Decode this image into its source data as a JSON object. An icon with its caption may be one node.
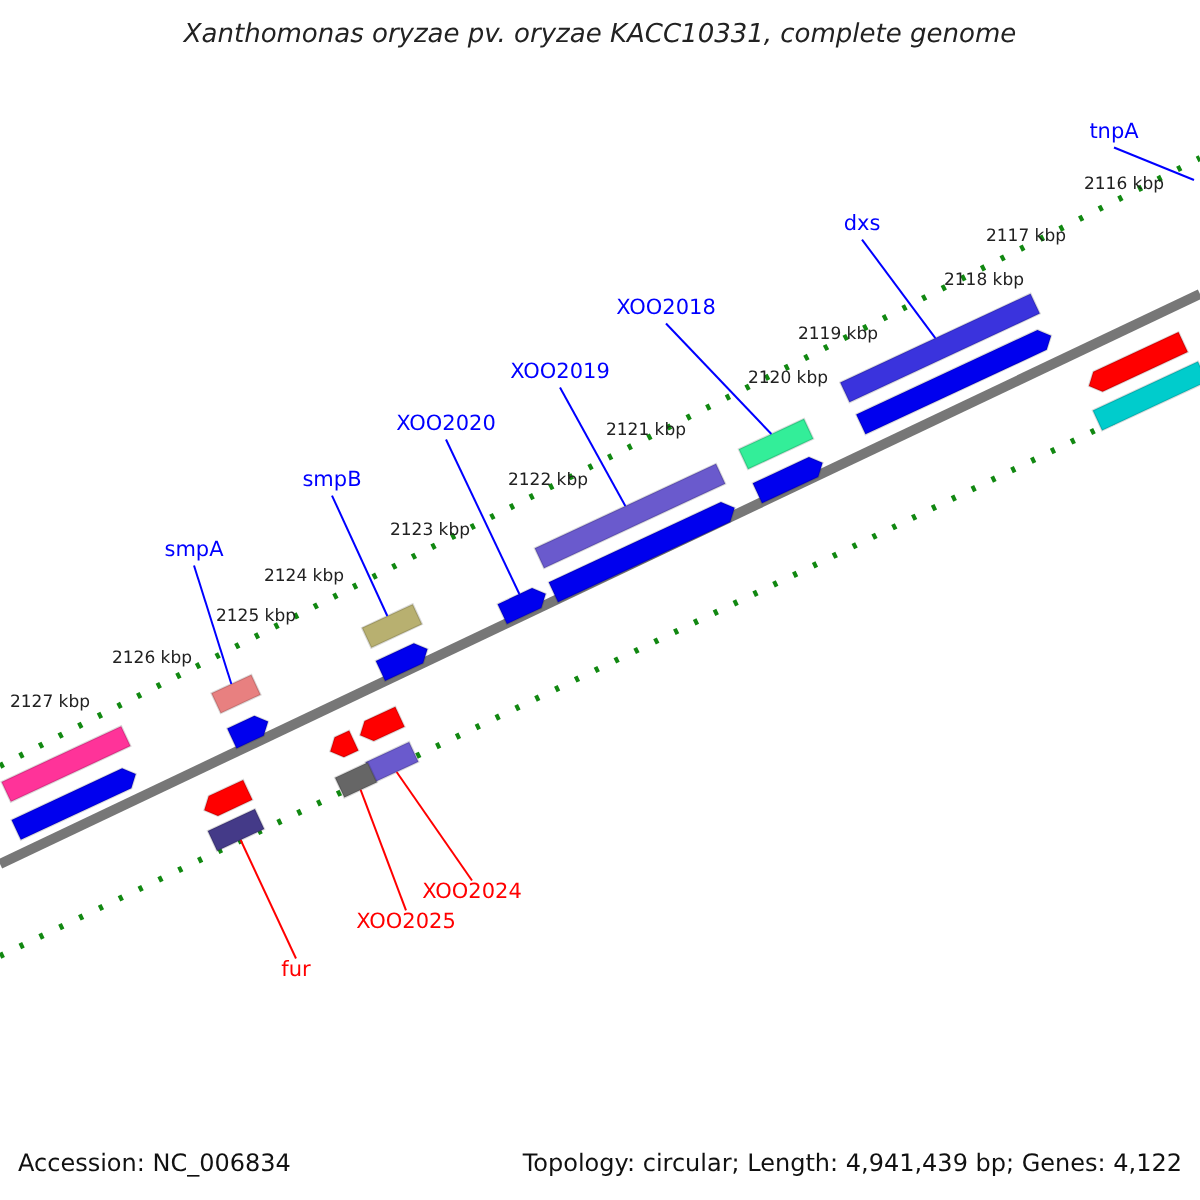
{
  "diagram": {
    "title": "Xanthomonas oryzae pv. oryzae KACC10331, complete genome",
    "nodes": [
      {
        "text": [
          "tnpA"
        ]
      },
      {
        "text": [
          "dxs"
        ]
      },
      {
        "text": [],
        "shape": "bar"
      },
      {
        "text": [
          "XOO2018"
        ]
      },
      {
        "text": [],
        "shape": "bar"
      },
      {
        "text": [
          "XOO2019"
        ]
      },
      {
        "text": [],
        "shape": "bar"
      },
      {
        "text": [
          "XOO2020"
        ]
      },
      {
        "text": [],
        "shape": "bar"
      },
      {
        "text": [
          "smpB"
        ]
      },
      {
        "text": [],
        "shape": "bar"
      },
      {
        "text": [
          "smpA"
        ]
      },
      {
        "text": [],
        "shape": "bar"
      },
      {
        "text": [],
        "shape": "bar"
      },
      {
        "text": [],
        "shape": "bar"
      },
      {
        "text": [],
        "shape": "bar"
      },
      {
        "text": [
          "XOO2024"
        ]
      },
      {
        "text": [
          "XOO2025"
        ]
      },
      {
        "text": [
          "fur"
        ]
      },
      {
        "text": [],
        "shape": "bar"
      },
      {
        "text": [],
        "shape": "bar"
      },
      {
        "text": [],
        "shape": "bar"
      },
      {
        "text": [],
        "shape": "bar"
      },
      {
        "text": [],
        "shape": "bar"
      },
      {
        "text": [],
        "shape": "bar"
      },
      {
        "text": [],
        "shape": "bar"
      },
      {
        "text": [],
        "shape": "bar"
      },
      {
        "text": [],
        "shape": "bar"
      },
      {
        "text": [],
        "shape": "bar"
      },
      {
        "text": [],
        "shape": "bar"
      },
      {
        "text": [],
        "shape": "bar"
      }
    ],
    "edges": [
      {
        "from": 0,
        "to": null,
        "arrow": "none"
      },
      {
        "from": 1,
        "to": 2,
        "arrow": "none"
      },
      {
        "from": 3,
        "to": 4,
        "arrow": "none"
      },
      {
        "from": 5,
        "to": 6,
        "arrow": "none"
      },
      {
        "from": 7,
        "to": 8,
        "arrow": "none"
      },
      {
        "from": 9,
        "to": 10,
        "arrow": "none"
      },
      {
        "from": 11,
        "to": 12,
        "arrow": "none"
      },
      {
        "from": 16,
        "to": 13,
        "arrow": "none",
        "color": "#ff0000"
      },
      {
        "from": 17,
        "to": 14,
        "arrow": "none",
        "color": "#ff0000"
      },
      {
        "from": 18,
        "to": 15,
        "arrow": "none",
        "color": "#ff0000"
      }
    ],
    "labels": [
      "2116 kbp",
      "2117 kbp",
      "2118 kbp",
      "2119 kbp",
      "2120 kbp",
      "2121 kbp",
      "2122 kbp",
      "2123 kbp",
      "2124 kbp",
      "2125 kbp",
      "2126 kbp",
      "2127 kbp",
      "Accession: NC_006834",
      "Topology: circular; Length: 4,941,439 bp; Genes: 4,122"
    ]
  }
}
